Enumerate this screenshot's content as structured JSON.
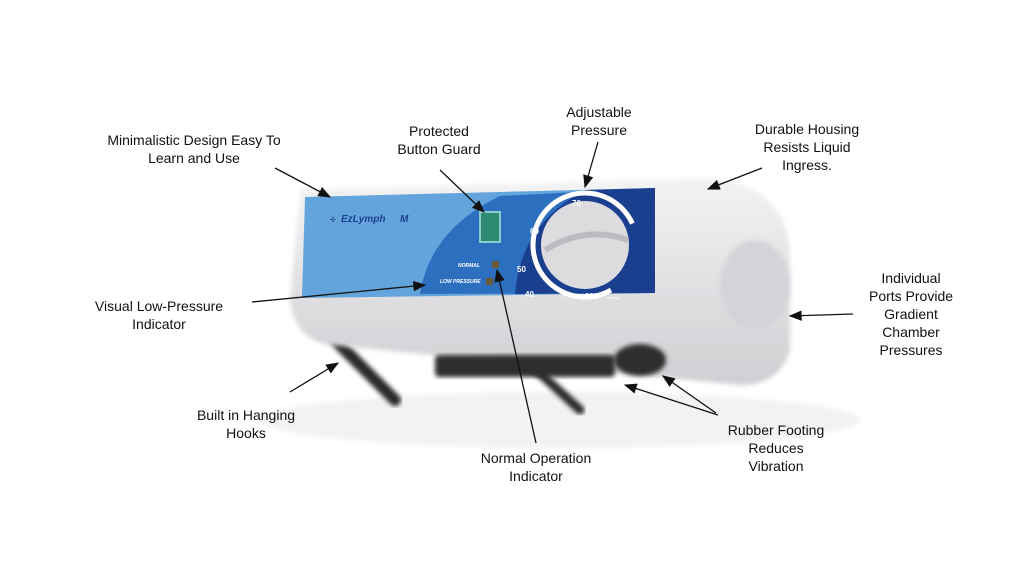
{
  "device": {
    "brand": "EzLymph",
    "brand_mark": "M",
    "indicator_normal": "NORMAL",
    "indicator_low": "LOW PRESSURE",
    "dial_labels": [
      "70",
      "60",
      "50",
      "40",
      "100"
    ],
    "dial_unit": "mmHg",
    "colors": {
      "panel_dark": "#1b3f8f",
      "panel_mid": "#2c6fbf",
      "panel_light": "#64a4dc",
      "housing": "#e6e6e8"
    }
  },
  "callouts": {
    "minimalistic": [
      "Minimalistic Design Easy To",
      "Learn and Use"
    ],
    "button_guard": [
      "Protected",
      "Button Guard"
    ],
    "pressure": [
      "Adjustable",
      "Pressure"
    ],
    "housing": [
      "Durable Housing",
      "Resists Liquid",
      "Ingress."
    ],
    "ports": [
      "Individual",
      "Ports Provide",
      "Gradient",
      "Chamber",
      "Pressures"
    ],
    "low_pressure": [
      "Visual Low-Pressure",
      "Indicator"
    ],
    "hooks": [
      "Built in Hanging",
      "Hooks"
    ],
    "normal": [
      "Normal Operation",
      "Indicator"
    ],
    "footing": [
      "Rubber Footing",
      "Reduces",
      "Vibration"
    ]
  }
}
